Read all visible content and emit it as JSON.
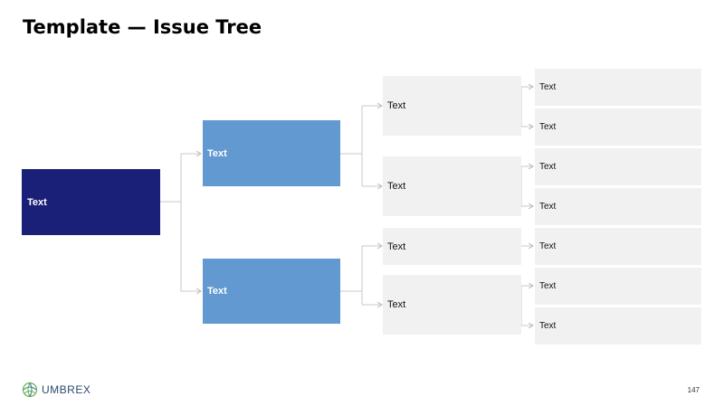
{
  "title": "Template — Issue Tree",
  "tree": {
    "root": "Text",
    "level1": [
      "Text",
      "Text"
    ],
    "level2": [
      "Text",
      "Text",
      "Text",
      "Text"
    ],
    "level3": [
      "Text",
      "Text",
      "Text",
      "Text",
      "Text",
      "Text",
      "Text"
    ]
  },
  "colors": {
    "root": "#1a1f78",
    "level1": "#6199d0",
    "level2": "#f1f1f1",
    "connector": "#c8c8c8"
  },
  "footer": {
    "logo_text": "UMBREX",
    "page_number": "147"
  }
}
